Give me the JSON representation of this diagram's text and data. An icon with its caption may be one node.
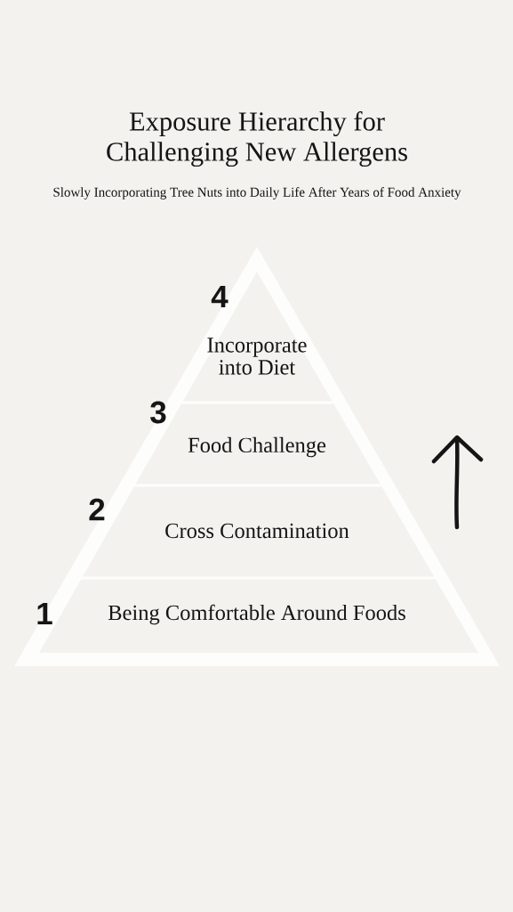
{
  "diagram": {
    "title": "Exposure Hierarchy for Challenging New Allergens",
    "nodes": [
      {
        "text": [
          "Incorporate into Diet"
        ],
        "beside": [
          "4"
        ]
      },
      {
        "text": [
          "Food Challenge"
        ],
        "beside": [
          "3"
        ]
      },
      {
        "text": [
          "Cross Contamination"
        ],
        "beside": [
          "2"
        ]
      },
      {
        "text": [
          "Being Comfortable Around Foods"
        ],
        "beside": [
          "1"
        ]
      }
    ],
    "labels": [
      "Slowly Incorporating Tree Nuts into Daily Life After Years of Food Anxiety"
    ]
  }
}
